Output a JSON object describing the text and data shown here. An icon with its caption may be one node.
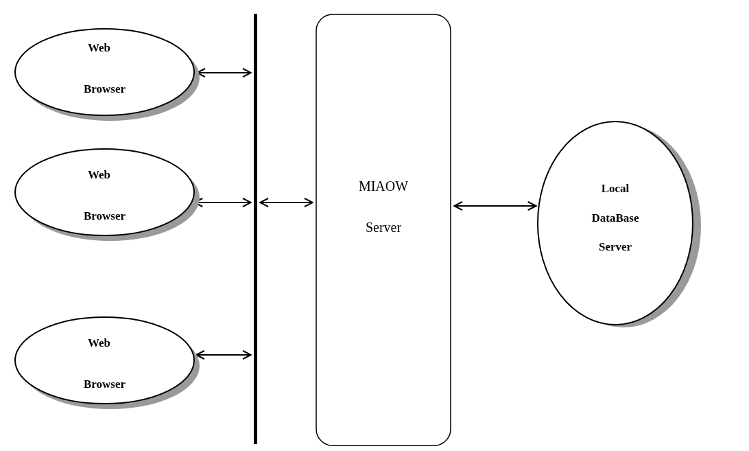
{
  "diagram": {
    "nodes": [
      {
        "text": [
          "Web",
          "Browser"
        ]
      },
      {
        "text": [
          "Web",
          "Browser"
        ]
      },
      {
        "text": [
          "Web",
          "Browser"
        ]
      },
      {
        "text": [],
        "shape": "bar"
      },
      {
        "text": [
          "MIAOW",
          "Server"
        ]
      },
      {
        "text": [
          "Local",
          "DataBase",
          "Server"
        ]
      }
    ],
    "edges": [
      {
        "from": 0,
        "to": 3,
        "arrow": "both"
      },
      {
        "from": 1,
        "to": 3,
        "arrow": "both"
      },
      {
        "from": 2,
        "to": 3,
        "arrow": "both"
      },
      {
        "from": 3,
        "to": 4,
        "arrow": "both"
      },
      {
        "from": 4,
        "to": 5,
        "arrow": "both"
      }
    ]
  }
}
